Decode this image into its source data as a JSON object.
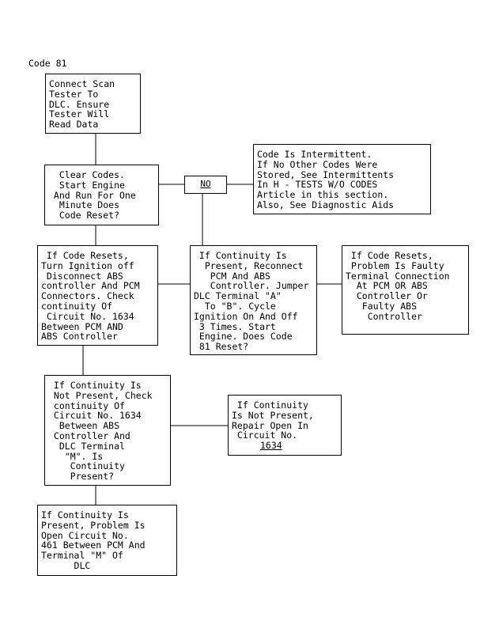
{
  "code_label": "Code 81",
  "no_label": "NO",
  "boxes": {
    "connect": "Connect Scan\nTester To\nDLC. Ensure\nTester Will\nRead Data",
    "clear": "  Clear Codes.\n  Start Engine\n And Run For One\n  Minute Does\n  Code Reset?",
    "intermittent": "Code Is Intermittent.\nIf No Other Codes Were\nStored, See Intermittents\nIn H - TESTS W/O CODES\nArticle in this section.\nAlso, See Diagnostic Aids",
    "if_resets": " If Code Resets,\nTurn Ignition off\n Disconnect ABS\ncontroller And PCM\nConnectors. Check\ncontinuity Of\n Circuit No. 1634\nBetween PCM AND\nABS Controller",
    "continuity_present": " If Continuity Is\n  Present, Reconnect\n   PCM And ABS\n   Controller. Jumper\nDLC Terminal \"A\"\n  To \"B\". Cycle\nIgnition On And Off\n 3 Times. Start\n Engine. Does Code\n 81 Reset?",
    "faulty": " If Code Resets,\n Problem Is Faulty\nTerminal Connection\n  At PCM OR ABS\n  Controller Or\n   Faulty ABS\n    Controller",
    "not_present_check": " If Continuity Is\n Not Present, Check\n continuity Of\n Circuit No. 1634\n  Between ABS\n Controller And\n  DLC Terminal\n   \"M\". Is\n    Continuity\n    Present?",
    "repair_open": " If Continuity\nIs Not Present,\nRepair Open In\n Circuit No.",
    "repair_open_circuit": "1634",
    "present_problem": "If Continuity Is\nPresent, Problem Is\nOpen Circuit No.\n461 Between PCM And\nTerminal \"M\" Of\n      DLC"
  }
}
